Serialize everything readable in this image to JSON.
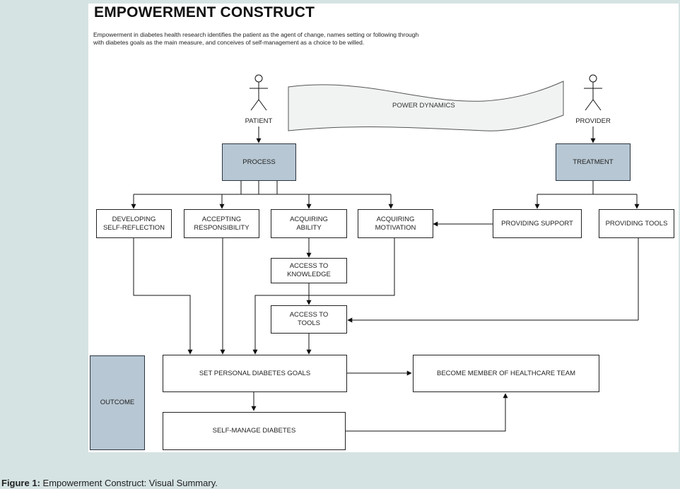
{
  "header": {
    "title": "EMPOWERMENT CONSTRUCT",
    "description": "Empowerment in diabetes health research identifies the patient as the agent of change, names setting or following through with diabetes goals as the main measure, and conceives of self-management as a choice to be willed."
  },
  "actors": {
    "patient": "PATIENT",
    "provider": "PROVIDER"
  },
  "banner": "POWER DYNAMICS",
  "nodes": {
    "process": "PROCESS",
    "treatment": "TREATMENT",
    "developing": "DEVELOPING\nSELF-REFLECTION",
    "accepting": "ACCEPTING\nRESPONSIBILITY",
    "acquiring_ability": "ACQUIRING\nABILITY",
    "acquiring_motivation": "ACQUIRING\nMOTIVATION",
    "providing_support": "PROVIDING SUPPORT",
    "providing_tools": "PROVIDING TOOLS",
    "access_knowledge": "ACCESS TO\nKNOWLEDGE",
    "access_tools": "ACCESS TO\nTOOLS",
    "outcome": "OUTCOME",
    "set_goals": "SET PERSONAL DIABETES GOALS",
    "healthcare_team": "BECOME MEMBER OF HEALTHCARE TEAM",
    "self_manage": "SELF-MANAGE DIABETES"
  },
  "caption": {
    "label": "Figure 1:",
    "text": " Empowerment Construct: Visual Summary."
  }
}
